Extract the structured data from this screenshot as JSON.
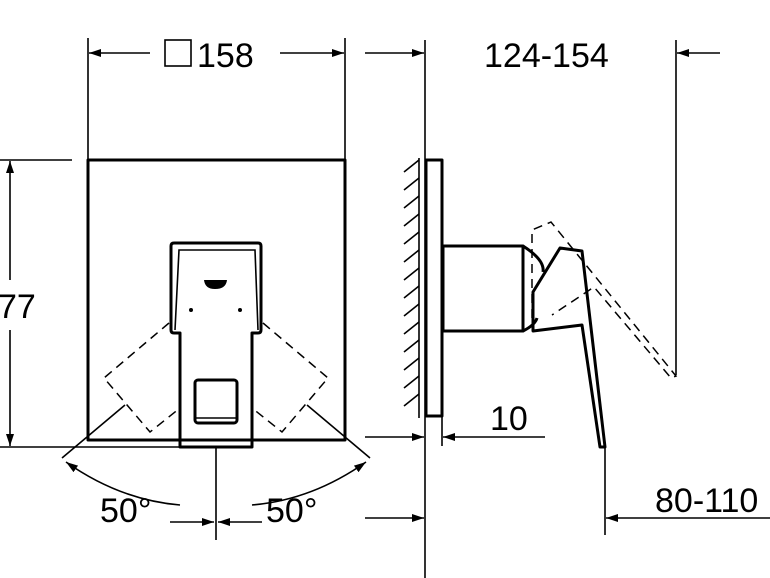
{
  "dimensions": {
    "plate_size": "158",
    "plate_size_symbol": "square",
    "projection_range": "124-154",
    "height": "77",
    "plate_thickness": "10",
    "lever_range": "80-110",
    "angle_left": "50°",
    "angle_right": "50°"
  }
}
